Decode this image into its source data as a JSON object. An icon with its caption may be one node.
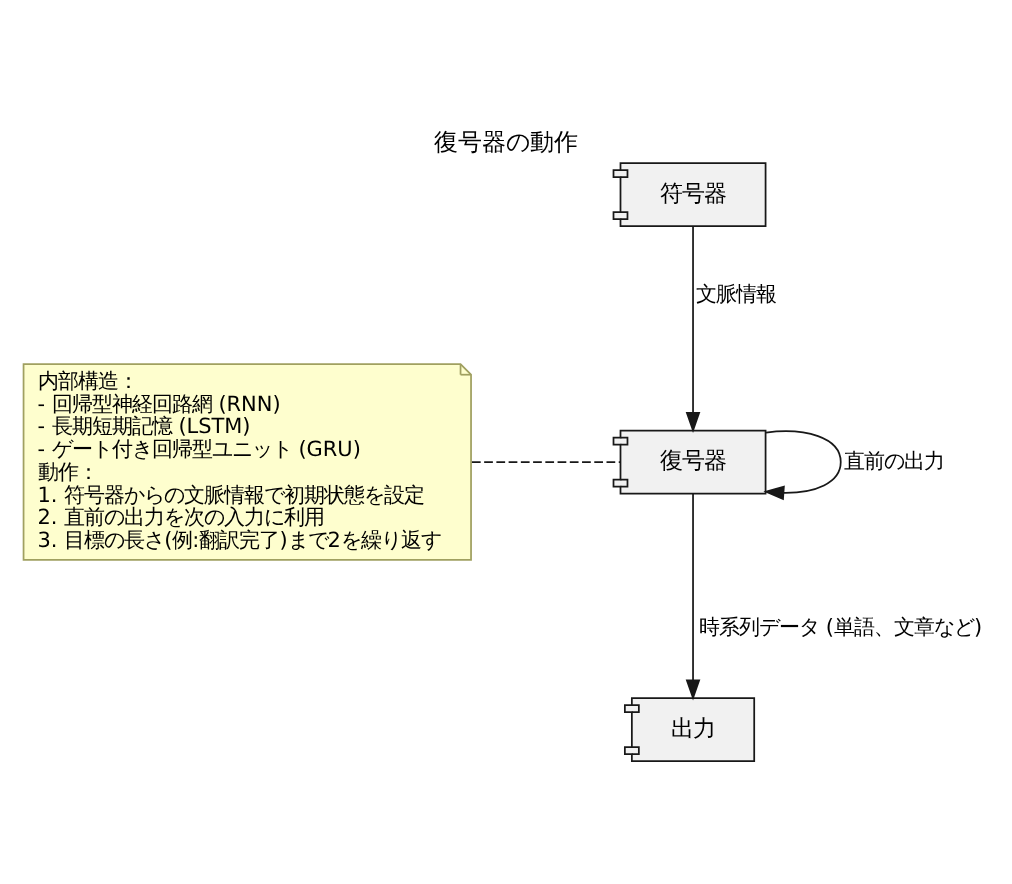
{
  "diagram": {
    "title": "復号器の動作",
    "nodes": [
      {
        "text": [
          "符号器"
        ]
      },
      {
        "text": [
          "復号器"
        ]
      },
      {
        "text": [
          "出力"
        ]
      },
      {
        "text": [
          "内部構造：",
          "- 回帰型神経回路網 (RNN)",
          "- 長期短期記憶 (LSTM)",
          "- ゲート付き回帰型ユニット (GRU)",
          "動作：",
          "1. 符号器からの文脈情報で初期状態を設定",
          "2. 直前の出力を次の入力に利用",
          "3. 目標の長さ(例:翻訳完了)まで2を繰り返す"
        ]
      }
    ],
    "edges": [
      {
        "from": 0,
        "to": 1,
        "arrow": "to",
        "label": "文脈情報"
      },
      {
        "from": 1,
        "to": 1,
        "arrow": "to",
        "label": "直前の出力"
      },
      {
        "from": 1,
        "to": 2,
        "arrow": "to",
        "label": "時系列データ (単語、文章など)"
      },
      {
        "from": 3,
        "to": 1,
        "arrow": "none",
        "style": "dashed"
      }
    ]
  }
}
